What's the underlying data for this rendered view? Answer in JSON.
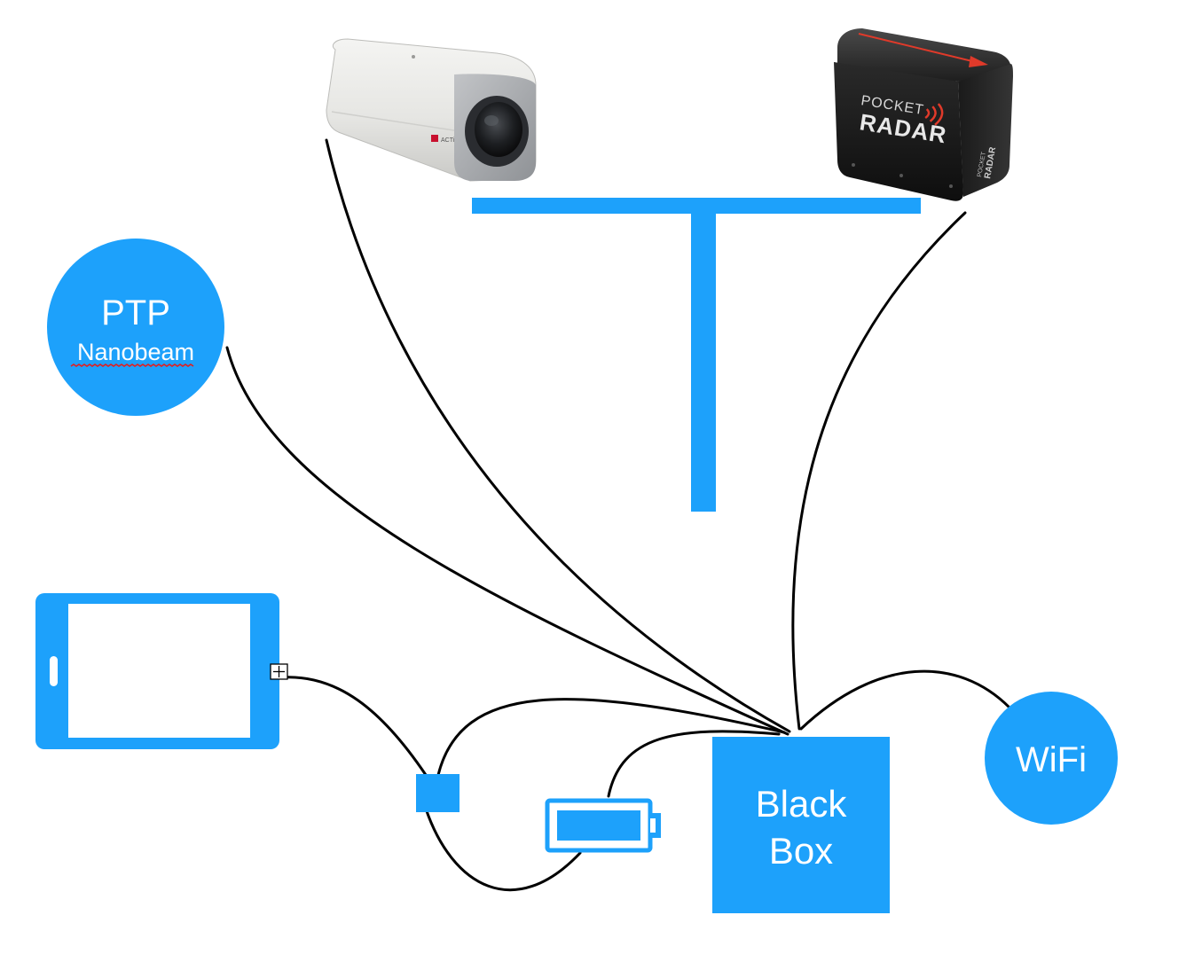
{
  "colors": {
    "accent": "#1da1fb",
    "wire": "#000000",
    "background": "#ffffff",
    "text_on_accent": "#ffffff",
    "spellcheck_underline": "#e02020"
  },
  "nodes": {
    "ptp": {
      "title": "PTP",
      "subtitle": "Nanobeam",
      "icon": "circle"
    },
    "wifi": {
      "label": "WiFi",
      "icon": "circle"
    },
    "black_box": {
      "line1": "Black",
      "line2": "Box",
      "icon": "square"
    },
    "camera": {
      "icon": "box-camera-icon",
      "brand_mark": "ACTi"
    },
    "radar": {
      "icon": "radar-gun-icon",
      "logo_line1": "POCKET",
      "logo_line2": "RADAR",
      "side_line1": "POCKET",
      "side_line2": "RADAR"
    },
    "tablet": {
      "icon": "tablet-icon"
    },
    "battery": {
      "icon": "battery-icon"
    },
    "hub": {
      "icon": "small-square-connector"
    },
    "mount": {
      "icon": "t-bar-mount"
    }
  }
}
